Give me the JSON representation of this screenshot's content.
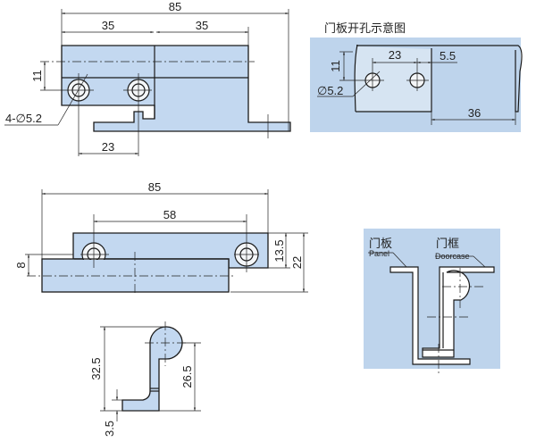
{
  "top_view": {
    "dim_total": "85",
    "dim_left": "35",
    "dim_right": "35",
    "dim_height": "11",
    "dim_hole_spacing": "23",
    "hole_label": "4-∅5.2"
  },
  "panel_hole_diagram": {
    "title": "门板开孔示意图",
    "dim_height": "11",
    "dim_spacing": "23",
    "dim_offset": "5.5",
    "hole_label": "∅5.2",
    "dim_width": "36"
  },
  "front_view": {
    "dim_total": "85",
    "dim_hole_spacing": "58",
    "dim_offset": "8",
    "dim_upper": "13.5",
    "dim_total_height": "22"
  },
  "side_view": {
    "dim_height": "32.5",
    "dim_pivot": "26.5",
    "dim_thickness": "3.5"
  },
  "install_diagram": {
    "panel_label_cn": "门板",
    "panel_label_en": "Panel",
    "frame_label_cn": "门框",
    "frame_label_en": "Doorcase"
  },
  "colors": {
    "part_fill": "#c3d8f0",
    "panel_bg": "#bed4ec"
  }
}
